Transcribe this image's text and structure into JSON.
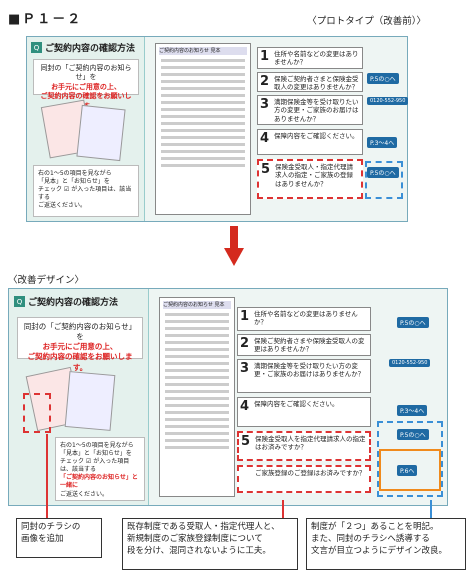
{
  "header": {
    "page_id": "■Ｐ１－２",
    "prototype_label": "〈プロトタイプ（改善前）〉"
  },
  "improved_label": "〈改善デザイン〉",
  "panel": {
    "title": "ご契約内容の確認方法",
    "intro": [
      "同封の「ご契約内容のお知らせ」を",
      "お手元にご用意の上、",
      "ご契約内容の確認をお願いします。"
    ],
    "sheet_title": "ご契約内容のお知らせ 見本",
    "items_note": [
      "右の1～5の項目を見ながら",
      "「見本」と「お知らせ」を",
      "チェック ☑ が入った項目は、該当する",
      "「ご契約内容のお知らせ」と一緒に",
      "ご返送ください。"
    ],
    "steps": [
      {
        "num": "1",
        "text": "住所や名前などの変更はありませんか？"
      },
      {
        "num": "2",
        "text": "保険ご契約者さまと保険金受取人の変更はありませんか？"
      },
      {
        "num": "3",
        "text": "満期保険金等を受け取りたい方の変更・ご家族のお届けはありませんか？"
      },
      {
        "num": "4",
        "text": "保障内容をご確認ください。"
      },
      {
        "num": "5",
        "text": "保険金受取人・指定代理請求人の指定・ご家族の登録はありませんか？"
      }
    ],
    "steps_improved": [
      {
        "num": "1",
        "text": "住所や名前などの変更はありませんか？"
      },
      {
        "num": "2",
        "text": "保険ご契約者さまや保険金受取人の変更はありませんか？"
      },
      {
        "num": "3",
        "text": "満期保険金等を受け取りたい方の変更・ご家族のお届けはありませんか？"
      },
      {
        "num": "4",
        "text": "保障内容をご確認ください。"
      },
      {
        "num": "5",
        "text": "保険金受取人を指定代理請求人の指定はお済みですか？"
      },
      {
        "num": "",
        "text": "ご家族登録のご登録はお済みですか？"
      }
    ],
    "pages": [
      "P.5の○へ",
      "P.3～4へ",
      "P.5の○へ",
      "P.6へ"
    ],
    "phone": "0120-552-950"
  },
  "callouts": [
    {
      "lines": [
        "同封のチラシの",
        "画像を追加"
      ]
    },
    {
      "lines": [
        "既存制度である受取人・指定代理人と、",
        "新規制度のご家族登録制度について",
        "段を分け、混同されないように工夫。"
      ]
    },
    {
      "lines": [
        "制度が「２つ」あることを明記。",
        "また、同封のチラシへ誘導する",
        "文言が目立つようにデザイン改良。"
      ]
    }
  ]
}
